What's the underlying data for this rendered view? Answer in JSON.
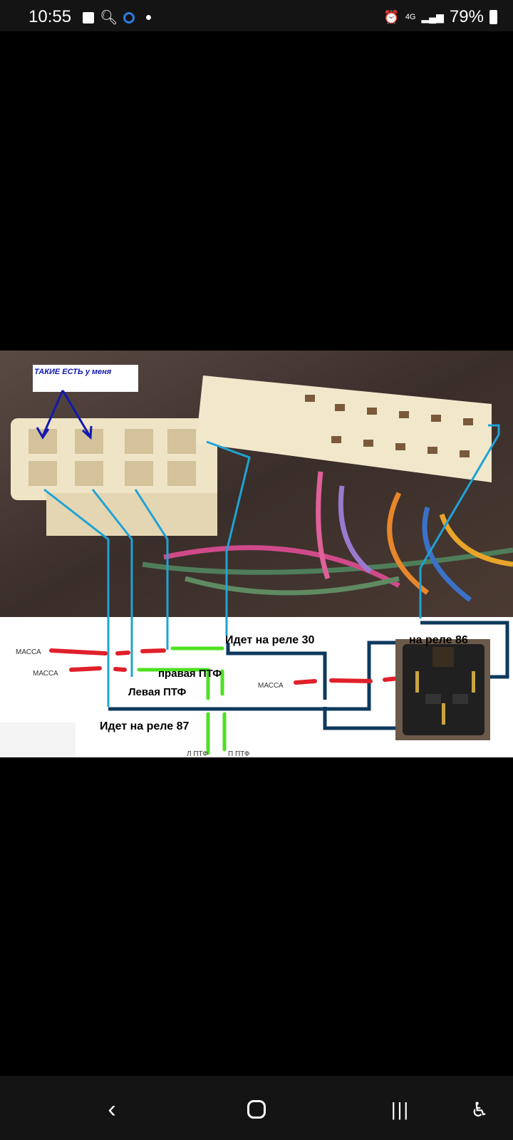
{
  "status_bar": {
    "time": "10:55",
    "notification_icons": [
      "gallery-icon",
      "search-icon",
      "browser-icon",
      "dot-icon"
    ],
    "network": "4G",
    "battery": "79%"
  },
  "image": {
    "callout": "ТАКИЕ ЕСТЬ у меня",
    "labels": {
      "relay30": "Идет на реле 30",
      "relay86": "на реле 86",
      "ground1": "МАССА",
      "ground2": "МАССА",
      "ground3": "МАССА",
      "right_fog": "правая ПТФ",
      "left_fog": "Левая ПТФ",
      "relay87": "Идет на реле 87",
      "l_fog_short": "Л ПТФ",
      "r_fog_short": "П ПТФ"
    },
    "colors": {
      "wire_blue": "#1fa3d6",
      "wire_dark": "#0d3a5e",
      "ground_red": "#e0202a",
      "fog_green": "#4fe024",
      "arrow": "#1218b0"
    }
  },
  "nav": {
    "back": "back-icon",
    "home": "home-icon",
    "recents": "recents-icon",
    "accessibility": "accessibility-icon"
  }
}
